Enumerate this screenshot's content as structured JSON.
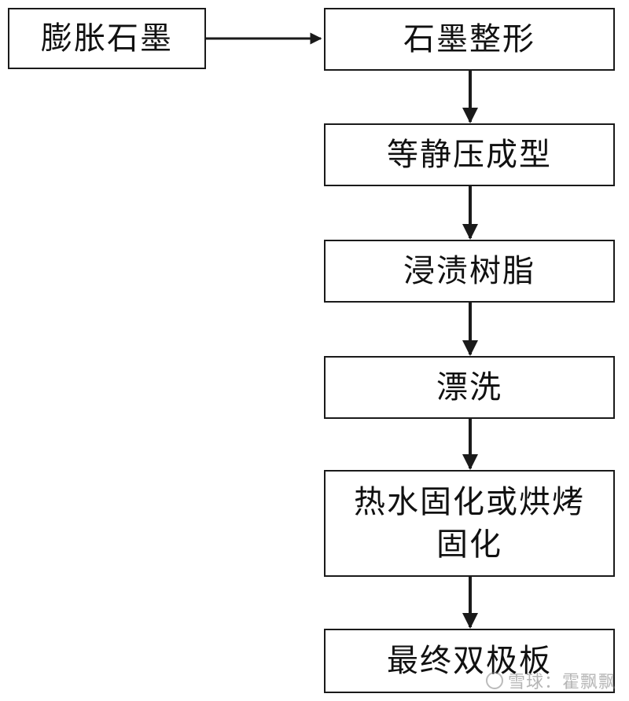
{
  "flow": {
    "input": "膨胀石墨",
    "steps": [
      "石墨整形",
      "等静压成型",
      "浸渍树脂",
      "漂洗",
      "热水固化或烘烤固化",
      "最终双极板"
    ]
  },
  "watermark": "雪球：霍飘飘",
  "colors": {
    "border": "#1a1a1a",
    "text": "#111111",
    "background": "#ffffff"
  }
}
